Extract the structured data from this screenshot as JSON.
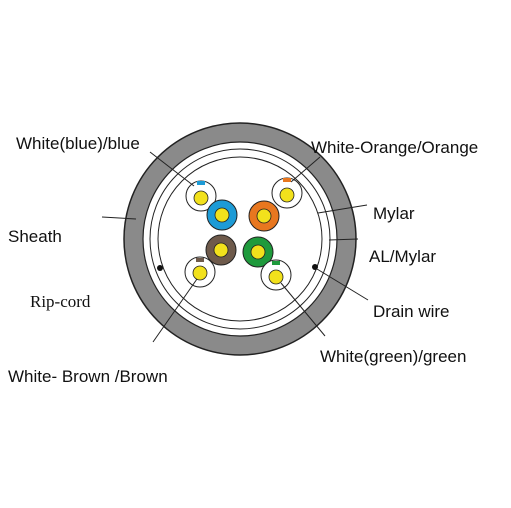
{
  "labels": {
    "white_blue": "White(blue)/blue",
    "white_orange": "White-Orange/Orange",
    "mylar": "Mylar",
    "sheath": "Sheath",
    "al_mylar": "AL/Mylar",
    "rip_cord": "Rip-cord",
    "drain_wire": "Drain wire",
    "white_green": "White(green)/green",
    "white_brown": "White- Brown /Brown"
  },
  "colors": {
    "sheath": "#8a8a8a",
    "conductor": "#f2e11c",
    "blue": "#1d9bd6",
    "orange": "#e8771f",
    "brown": "#6e5a4b",
    "green": "#1f9a3c",
    "white_blue_stripe": "#1d9bd6",
    "white_orange_stripe": "#e8771f",
    "white_green_stripe": "#1f9a3c",
    "white_brown_stripe": "#6e5a4b"
  }
}
